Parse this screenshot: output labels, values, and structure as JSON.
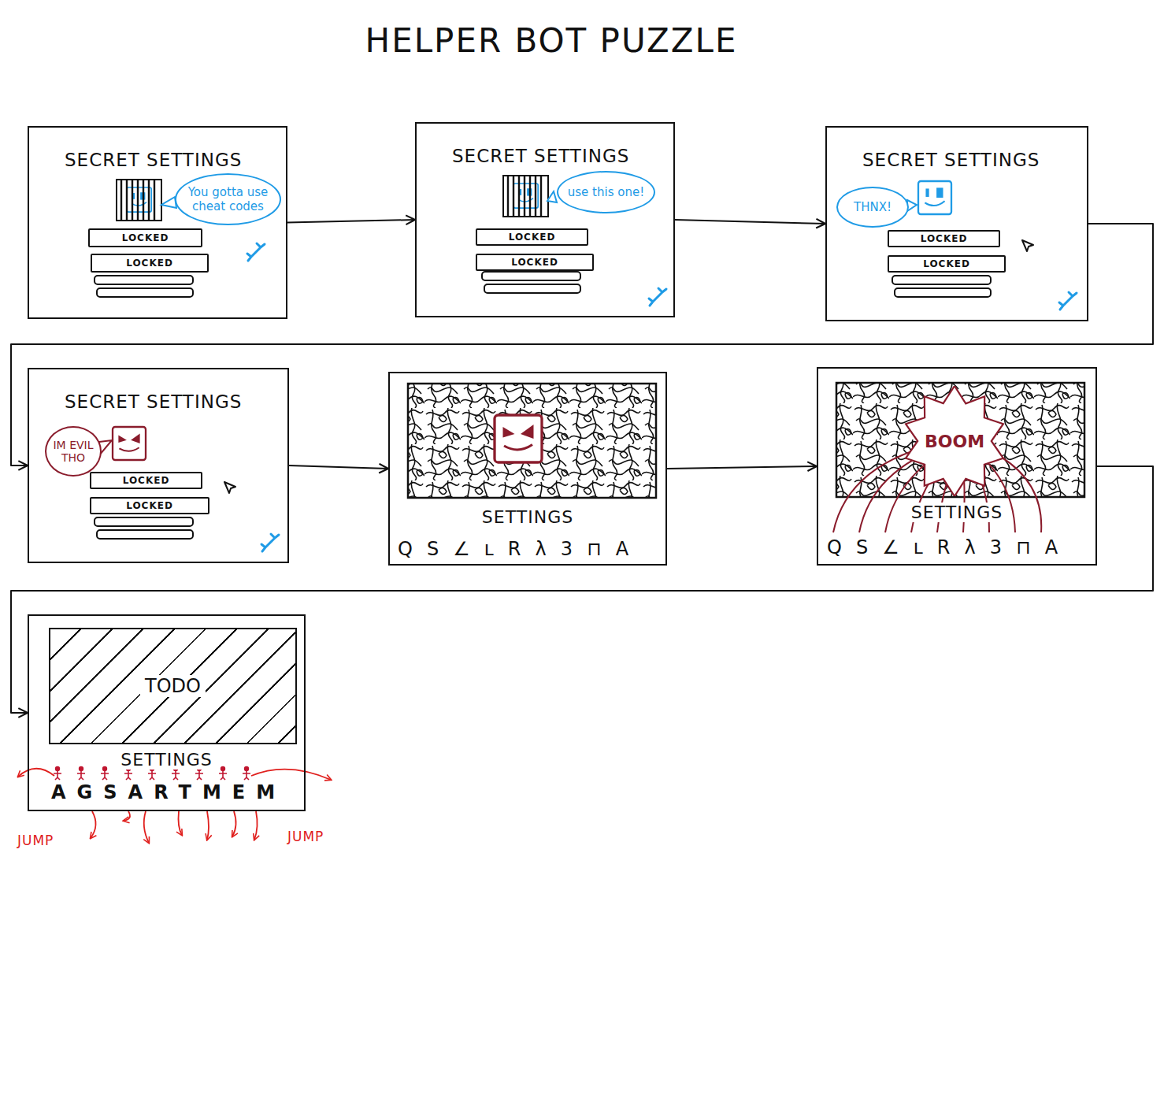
{
  "diagram": {
    "title": "HELPER BOT PUZZLE",
    "nodes": [
      {
        "text": [
          "SECRET SETTINGS"
        ]
      },
      {
        "text": [
          "You gotta use cheat codes"
        ],
        "in": 0
      },
      {
        "text": [
          "LOCKED"
        ],
        "in": 0
      },
      {
        "text": [
          "LOCKED"
        ],
        "in": 0
      },
      {
        "text": [
          "SECRET SETTINGS"
        ]
      },
      {
        "text": [
          "use this one!"
        ],
        "in": 4
      },
      {
        "text": [
          "LOCKED"
        ],
        "in": 4
      },
      {
        "text": [
          "LOCKED"
        ],
        "in": 4
      },
      {
        "text": [
          "SECRET SETTINGS"
        ]
      },
      {
        "text": [
          "THNX!"
        ],
        "in": 8
      },
      {
        "text": [
          "LOCKED"
        ],
        "in": 8
      },
      {
        "text": [
          "LOCKED"
        ],
        "in": 8
      },
      {
        "text": [
          "SECRET SETTINGS"
        ]
      },
      {
        "text": [
          "IM EVIL THO"
        ],
        "in": 12
      },
      {
        "text": [
          "LOCKED"
        ],
        "in": 12
      },
      {
        "text": [
          "LOCKED"
        ],
        "in": 12
      },
      {
        "text": [
          "SETTINGS"
        ]
      },
      {
        "text": [
          "SETTINGS"
        ]
      },
      {
        "text": [
          "BOOM"
        ],
        "in": 17
      },
      {
        "text": [
          "SETTINGS"
        ]
      },
      {
        "text": [
          "TODO"
        ],
        "in": 19
      }
    ],
    "edges": [
      {
        "from": 0,
        "to": 4,
        "arrow": "to"
      },
      {
        "from": 4,
        "to": 8,
        "arrow": "to"
      },
      {
        "from": 8,
        "to": 12,
        "arrow": "to"
      },
      {
        "from": 12,
        "to": 16,
        "arrow": "to"
      },
      {
        "from": 16,
        "to": 17,
        "arrow": "to"
      },
      {
        "from": 17,
        "to": 19,
        "arrow": "to"
      }
    ],
    "labels": [
      "QS∠ʟRλ3⊓A",
      "QS∠ʟRλ3⊓A",
      "AGSARTMEM",
      "JUMP",
      "JUMP"
    ]
  }
}
